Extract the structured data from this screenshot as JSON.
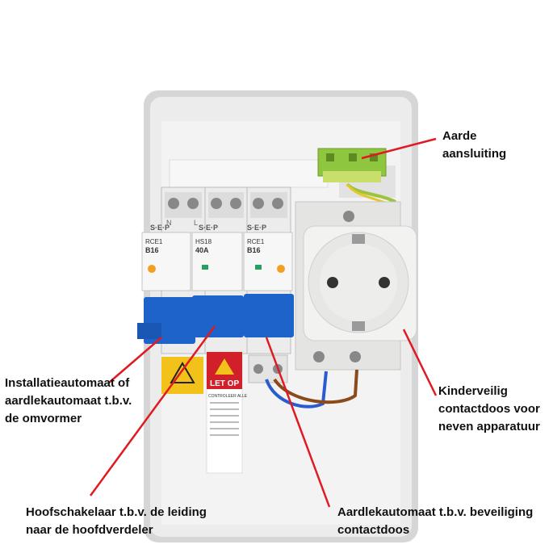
{
  "labels": {
    "aarde": [
      "Aarde",
      "aansluiting"
    ],
    "installatie": [
      "Installatieautomaat of",
      "aardlekautomaat t.b.v.",
      "de omvormer"
    ],
    "kinderveilig": [
      "Kinderveilig",
      "contactdoos voor",
      "neven apparatuur"
    ],
    "hoofdschakelaar": [
      "Hoofschakelaar t.b.v. de leiding",
      "naar de hoofdverdeler"
    ],
    "aardlek": [
      "Aardlekautomaat t.b.v. beveiliging",
      "contactdoos"
    ]
  },
  "device_text": {
    "breaker_1": {
      "model": "RCE1",
      "rating": "B16"
    },
    "breaker_2": {
      "model": "HS18",
      "rating": "40A"
    },
    "breaker_3": {
      "model": "RCE1",
      "rating": "B16"
    },
    "brand": "S·E·P",
    "terminal_n": "N",
    "terminal_l": "L",
    "warning_sticker": "LET OP",
    "warning_sub": "CONTROLEER ALLE"
  },
  "colors": {
    "enclosure": "#e8e8e8",
    "breaker_blue": "#1e63c9",
    "socket": "#f0f0ee",
    "earth_terminal": "#8fc63f",
    "callout_line": "#e01a22",
    "warning_yellow": "#f2c21a",
    "warning_red": "#d2202a"
  }
}
